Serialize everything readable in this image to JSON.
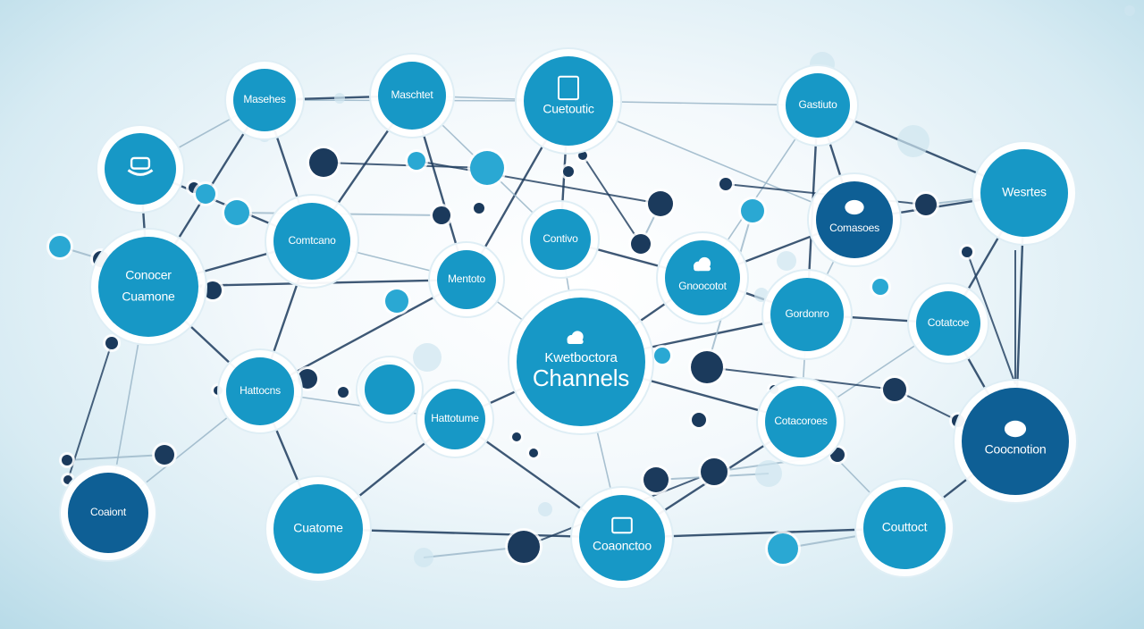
{
  "palette": {
    "node_light": "#1798c6",
    "node_dark": "#0e5f95",
    "ring": "#ffffff",
    "link": "#1e3c5e",
    "link_light": "#9bb7c9",
    "dot_dark": "#1b3a5c",
    "dot_light": "#2aa8d3",
    "bubble": "#cfe6f0"
  },
  "nodes": [
    {
      "id": "n1",
      "label": "Masehes",
      "tone": "light",
      "icon": ""
    },
    {
      "id": "n2",
      "label": "Maschtet",
      "tone": "light",
      "icon": ""
    },
    {
      "id": "n3",
      "label": "Cuetoutic",
      "tone": "light",
      "icon": "document-icon"
    },
    {
      "id": "n4",
      "label": "Gastiuto",
      "tone": "light",
      "icon": ""
    },
    {
      "id": "n5",
      "label": "",
      "tone": "light",
      "icon": "laptop-icon"
    },
    {
      "id": "n6",
      "label": "Wesrtes",
      "tone": "light",
      "icon": ""
    },
    {
      "id": "n7",
      "label": "Comasoes",
      "tone": "dark",
      "icon": "chat-bubble-icon"
    },
    {
      "id": "n8",
      "label": "Comtcano",
      "tone": "light",
      "icon": ""
    },
    {
      "id": "n9",
      "label": "Contivo",
      "tone": "light",
      "icon": ""
    },
    {
      "id": "n10",
      "label": "Gnoocotot",
      "tone": "light",
      "icon": "cloud-icon"
    },
    {
      "id": "n11",
      "label": "Mentoto",
      "tone": "light",
      "icon": ""
    },
    {
      "id": "n12",
      "label": "Conocer",
      "label2": "Cuamone",
      "tone": "light",
      "icon": ""
    },
    {
      "id": "n13",
      "label": "Kwetboctora",
      "label2": "Channels",
      "tone": "light",
      "icon": "cloud-icon",
      "main": true
    },
    {
      "id": "n14",
      "label": "Gordonro",
      "tone": "light",
      "icon": ""
    },
    {
      "id": "n15",
      "label": "Cotatcoe",
      "tone": "light",
      "icon": ""
    },
    {
      "id": "n16",
      "label": "Hattocns",
      "tone": "light",
      "icon": ""
    },
    {
      "id": "n17",
      "label": "Hattotume",
      "tone": "light",
      "icon": ""
    },
    {
      "id": "n18",
      "label": "Cotacoroes",
      "tone": "light",
      "icon": ""
    },
    {
      "id": "n19",
      "label": "Coocnotion",
      "tone": "dark",
      "icon": "chat-bubble-icon"
    },
    {
      "id": "n20",
      "label": "Coaiont",
      "tone": "dark",
      "icon": ""
    },
    {
      "id": "n21",
      "label": "Cuatome",
      "tone": "light",
      "icon": ""
    },
    {
      "id": "n22",
      "label": "Coaonctoo",
      "tone": "light",
      "icon": "screen-icon"
    },
    {
      "id": "n23",
      "label": "Couttoct",
      "tone": "light",
      "icon": ""
    },
    {
      "id": "n24",
      "label": "",
      "tone": "light",
      "icon": ""
    }
  ]
}
